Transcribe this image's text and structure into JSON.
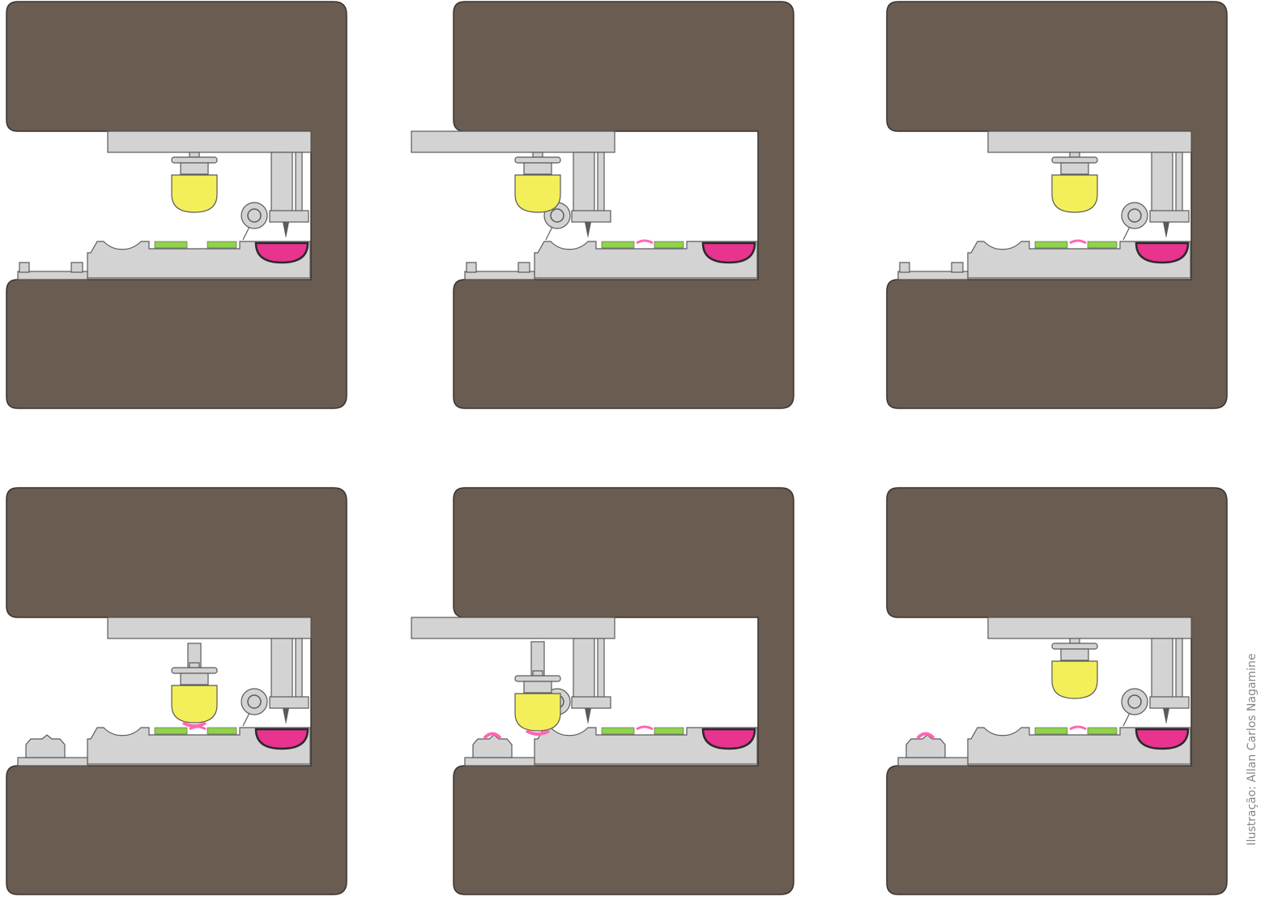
{
  "credit": "Ilustração: Allan Carlos Nagamine",
  "colors": {
    "frame": "#6a5c50",
    "frame_stroke": "#3a3430",
    "metal": "#d3d3d3",
    "metal_stroke": "#5a5a5a",
    "ink_cup": "#e8338f",
    "ink_film": "#ff66b3",
    "etched_image": "#8fd34a",
    "pad": "#f2ef5a",
    "page_bg": "#ffffff"
  },
  "panels": [
    {
      "id": 1,
      "state": "pad-up",
      "cliche_extended": false,
      "ink_on_plate": false,
      "pad_inked": false,
      "part_printed": false
    },
    {
      "id": 2,
      "state": "cliche-extended-inked",
      "cliche_extended": true,
      "ink_on_plate": true,
      "pad_inked": false,
      "part_printed": false
    },
    {
      "id": 3,
      "state": "cliche-retracted",
      "cliche_extended": false,
      "ink_on_plate": true,
      "pad_inked": false,
      "part_printed": false
    },
    {
      "id": 4,
      "state": "pad-down-picks-ink",
      "cliche_extended": false,
      "ink_on_plate": true,
      "pad_inked": true,
      "part_printed": false
    },
    {
      "id": 5,
      "state": "pad-down-prints-part",
      "cliche_extended": true,
      "ink_on_plate": true,
      "pad_inked": true,
      "part_printed": true
    },
    {
      "id": 6,
      "state": "pad-up-part-printed",
      "cliche_extended": false,
      "ink_on_plate": true,
      "pad_inked": false,
      "part_printed": true
    }
  ]
}
